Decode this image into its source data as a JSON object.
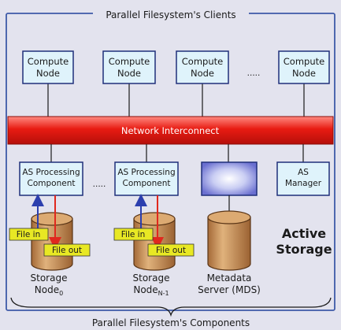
{
  "clients_title": "Parallel Filesystem's Clients",
  "components_title": "Parallel Filesystem's Components",
  "compute_nodes": [
    {
      "line1": "Compute",
      "line2": "Node"
    },
    {
      "line1": "Compute",
      "line2": "Node"
    },
    {
      "line1": "Compute",
      "line2": "Node"
    },
    {
      "line1": "Compute",
      "line2": "Node"
    }
  ],
  "compute_ellipsis": ".....",
  "network": "Network Interconnect",
  "processing_components": [
    {
      "line1": "AS Processing",
      "line2": "Component"
    },
    {
      "line1": "AS Processing",
      "line2": "Component"
    }
  ],
  "processing_ellipsis": ".....",
  "as_manager": {
    "line1": "AS",
    "line2": "Manager"
  },
  "file_in": "File in",
  "file_out": "File out",
  "storage_labels": [
    {
      "line1": "Storage",
      "line2": "Node",
      "sub": "0"
    },
    {
      "line1": "Storage",
      "line2": "Node",
      "sub": "N-1"
    }
  ],
  "mds_label": {
    "line1": "Metadata",
    "line2": "Server (MDS)"
  },
  "active_storage": {
    "line1": "Active",
    "line2": "Storage"
  },
  "colors": {
    "background": "#e3e3ee",
    "frame": "#3e5aa8",
    "node_fill": "#dff3fb",
    "node_border": "#1f2f7a",
    "network_red": "#e01a12",
    "cylinder": "#c8915a",
    "file_tag": "#e8e824",
    "arrow_blue": "#2c3fae",
    "arrow_red": "#e0281e"
  }
}
